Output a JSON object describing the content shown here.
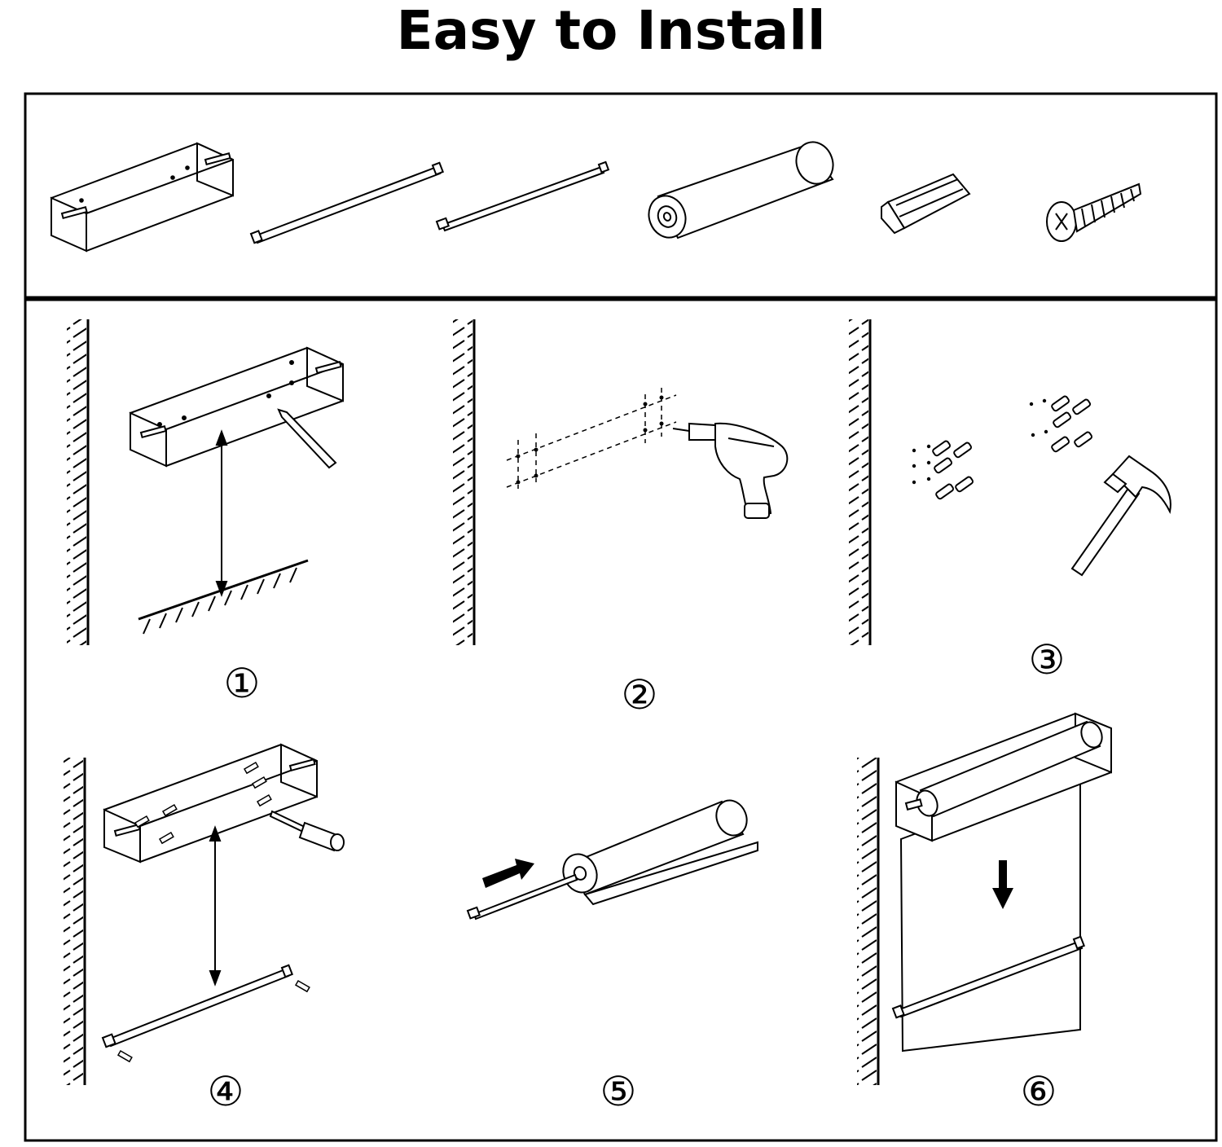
{
  "title": "Easy to Install",
  "parts": [
    "bracket-icon",
    "bottom-bar-icon",
    "roller-rod-icon",
    "roller-shade-icon",
    "wall-anchor-icon",
    "screw-icon"
  ],
  "steps": [
    {
      "label": "①"
    },
    {
      "label": "②"
    },
    {
      "label": "③"
    },
    {
      "label": "④"
    },
    {
      "label": "⑤"
    },
    {
      "label": "⑥"
    }
  ],
  "colors": {
    "line": "#000000",
    "background": "#ffffff"
  }
}
